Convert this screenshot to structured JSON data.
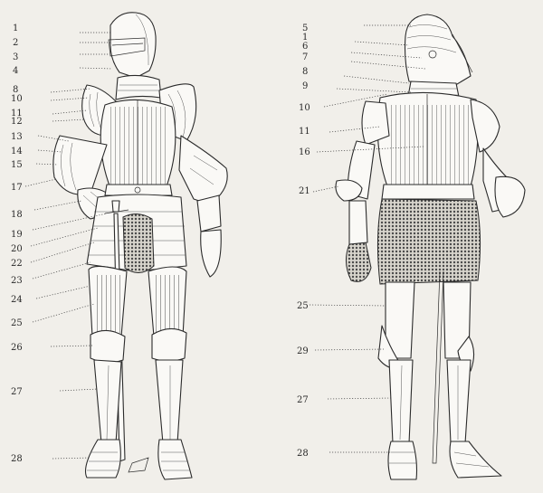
{
  "front_labels": [
    "1",
    "2",
    "3",
    "4",
    "8",
    "10",
    "11",
    "12",
    "13",
    "14",
    "15",
    "17",
    "18",
    "19",
    "20",
    "22",
    "23",
    "24",
    "25",
    "26",
    "27",
    "28"
  ],
  "back_labels": [
    "5",
    "1",
    "6",
    "7",
    "8",
    "9",
    "10",
    "11",
    "16",
    "21",
    "25",
    "29",
    "27",
    "28"
  ]
}
